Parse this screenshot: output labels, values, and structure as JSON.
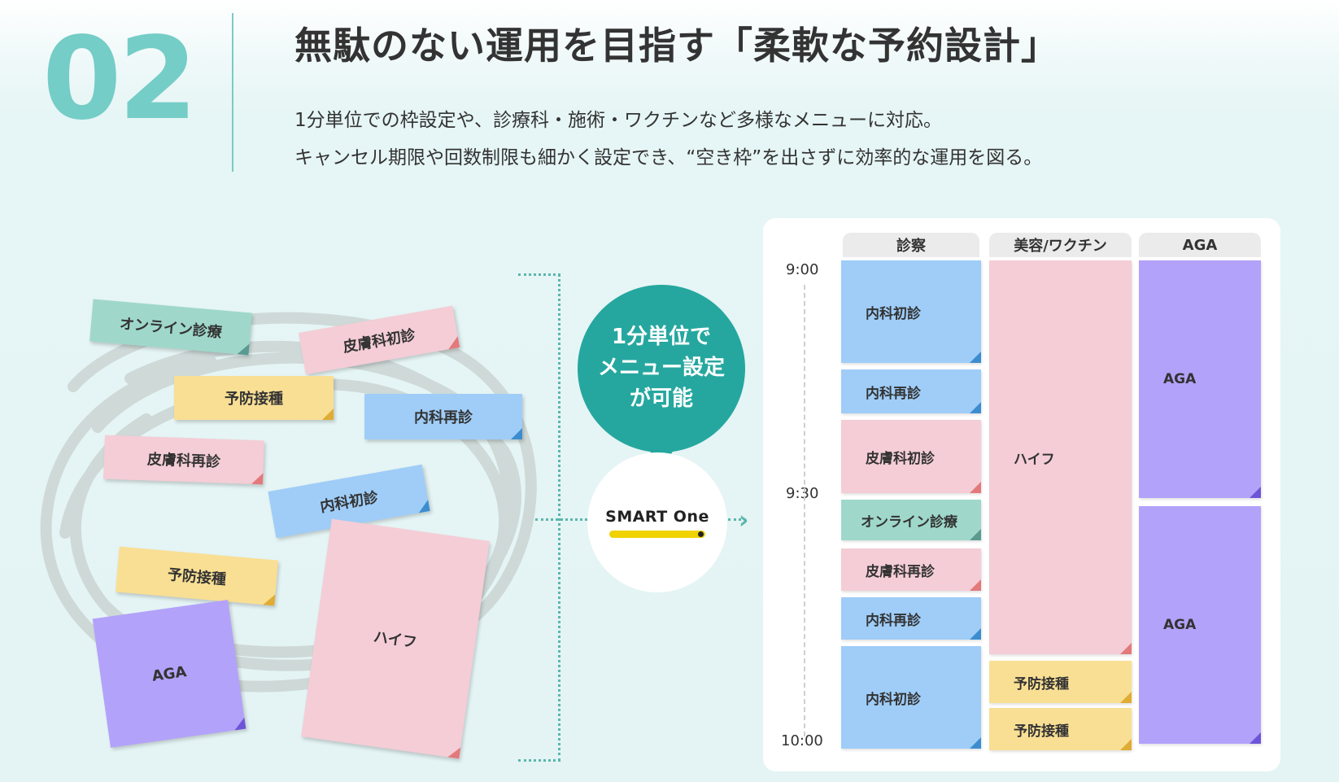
{
  "header": {
    "number": "02",
    "title": "無駄のない運用を目指す「柔軟な予約設計」",
    "desc_line1": "1分単位での枠設定や、診療科・施術・ワクチンなど多様なメニューに対応。",
    "desc_line2": "キャンセル期限や回数制限も細かく設定でき、“空き枠”を出さずに効率的な運用を図る。"
  },
  "left_notes": {
    "online": "オンライン診療",
    "derma_first": "皮膚科初診",
    "vaccine1": "予防接種",
    "naika_return": "内科再診",
    "derma_return": "皮膚科再診",
    "naika_first": "内科初診",
    "vaccine2": "予防接種",
    "hifu": "ハイフ",
    "aga": "AGA"
  },
  "bubble": {
    "line1": "1分単位で",
    "line2": "メニュー設定",
    "line3": "が可能"
  },
  "logo": {
    "text": "SMART One"
  },
  "schedule": {
    "columns": [
      "診察",
      "美容/ワクチン",
      "AGA"
    ],
    "times": [
      "9:00",
      "9:30",
      "10:00"
    ],
    "shinsatsu": [
      "内科初診",
      "内科再診",
      "皮膚科初診",
      "オンライン診療",
      "皮膚科再診",
      "内科再診",
      "内科初診"
    ],
    "biyou": [
      "ハイフ",
      "予防接種",
      "予防接種"
    ],
    "aga": [
      "AGA",
      "AGA"
    ]
  },
  "colors": {
    "accent_teal": "#25a79f",
    "number_teal": "#74cdc6",
    "note_teal": "#9fd8cb",
    "note_pink": "#f4cdd6",
    "note_yellow": "#f9df94",
    "note_blue": "#9fcdf8",
    "note_purple": "#b3a2fa"
  }
}
